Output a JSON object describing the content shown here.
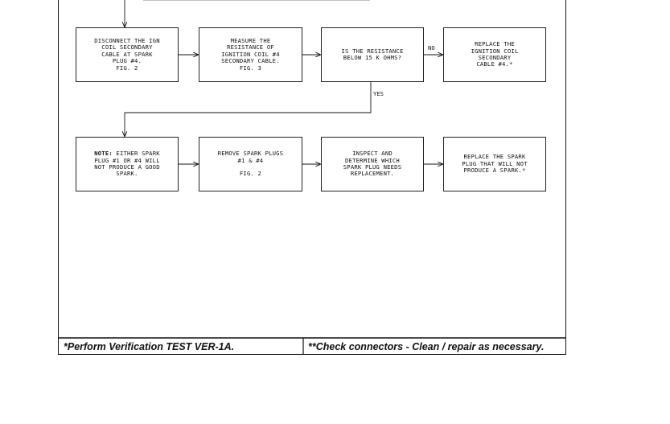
{
  "row1": {
    "box1": [
      "DISCONNECT THE IGN",
      "COIL SECONDARY",
      "CABLE AT SPARK",
      "PLUG #4.",
      "FIG. 2"
    ],
    "box2": [
      "MEASURE THE",
      "RESISTANCE OF",
      "IGNITION COIL #4",
      "SECONDARY CABLE.",
      "FIG. 3"
    ],
    "box3": [
      "IS THE RESISTANCE",
      "BELOW 15 K OHMS?"
    ],
    "box4": [
      "REPLACE THE",
      "IGNITION COIL",
      "SECONDARY",
      "CABLE #4.*"
    ],
    "no_label": "NO"
  },
  "row2": {
    "yes_label": "YES",
    "box1": {
      "head": "NOTE:",
      "lines": [
        " EITHER SPARK",
        "PLUG #1 OR #4 WILL",
        "NOT PRODUCE A GOOD",
        "SPARK."
      ]
    },
    "box2": [
      "REMOVE SPARK PLUGS",
      "#1 & #4",
      "",
      "FIG. 2"
    ],
    "box3": [
      "INSPECT AND",
      "DETERMINE WHICH",
      "SPARK PLUG NEEDS",
      "REPLACEMENT."
    ],
    "box4": [
      "REPLACE THE SPARK",
      "PLUG THAT WILL NOT",
      "PRODUCE A SPARK.*"
    ]
  },
  "footer": {
    "left": "*Perform Verification TEST VER-1A.",
    "right": "**Check connectors - Clean / repair as necessary."
  }
}
